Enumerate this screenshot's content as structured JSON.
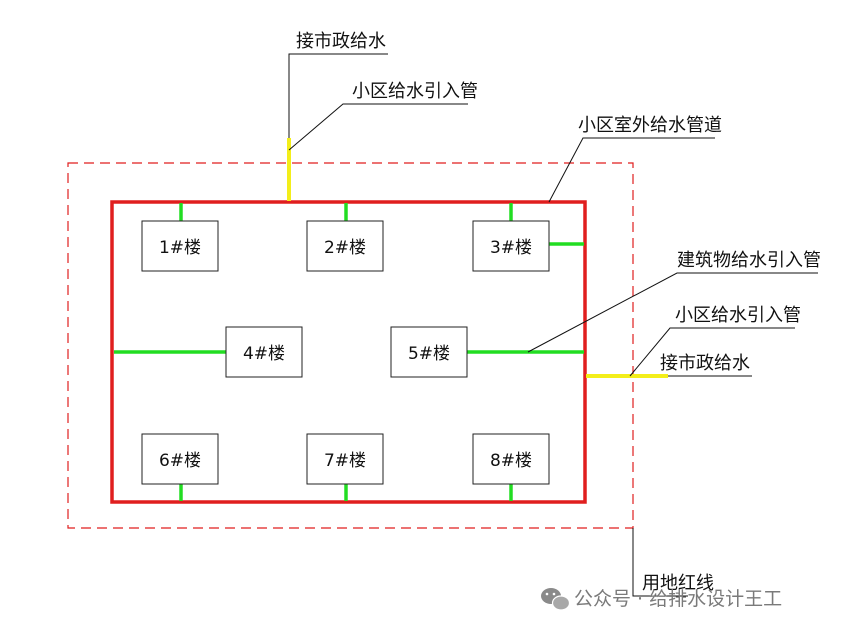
{
  "colors": {
    "boundary": "#e01e1e",
    "main_pipe": "#e01e1e",
    "building_pipe": "#22dd22",
    "inlet_pipe": "#f3ee1a",
    "leader": "#111111"
  },
  "buildings": [
    "1#楼",
    "2#楼",
    "3#楼",
    "4#楼",
    "5#楼",
    "6#楼",
    "7#楼",
    "8#楼"
  ],
  "labels": {
    "municipal_top": "接市政给水",
    "inlet_top": "小区给水引入管",
    "outdoor_main": "小区室外给水管道",
    "building_inlet": "建筑物给水引入管",
    "inlet_right": "小区给水引入管",
    "municipal_right": "接市政给水",
    "red_line": "用地红线"
  },
  "watermark": {
    "icon": "wechat-icon",
    "text": "公众号 · 给排水设计王工"
  }
}
